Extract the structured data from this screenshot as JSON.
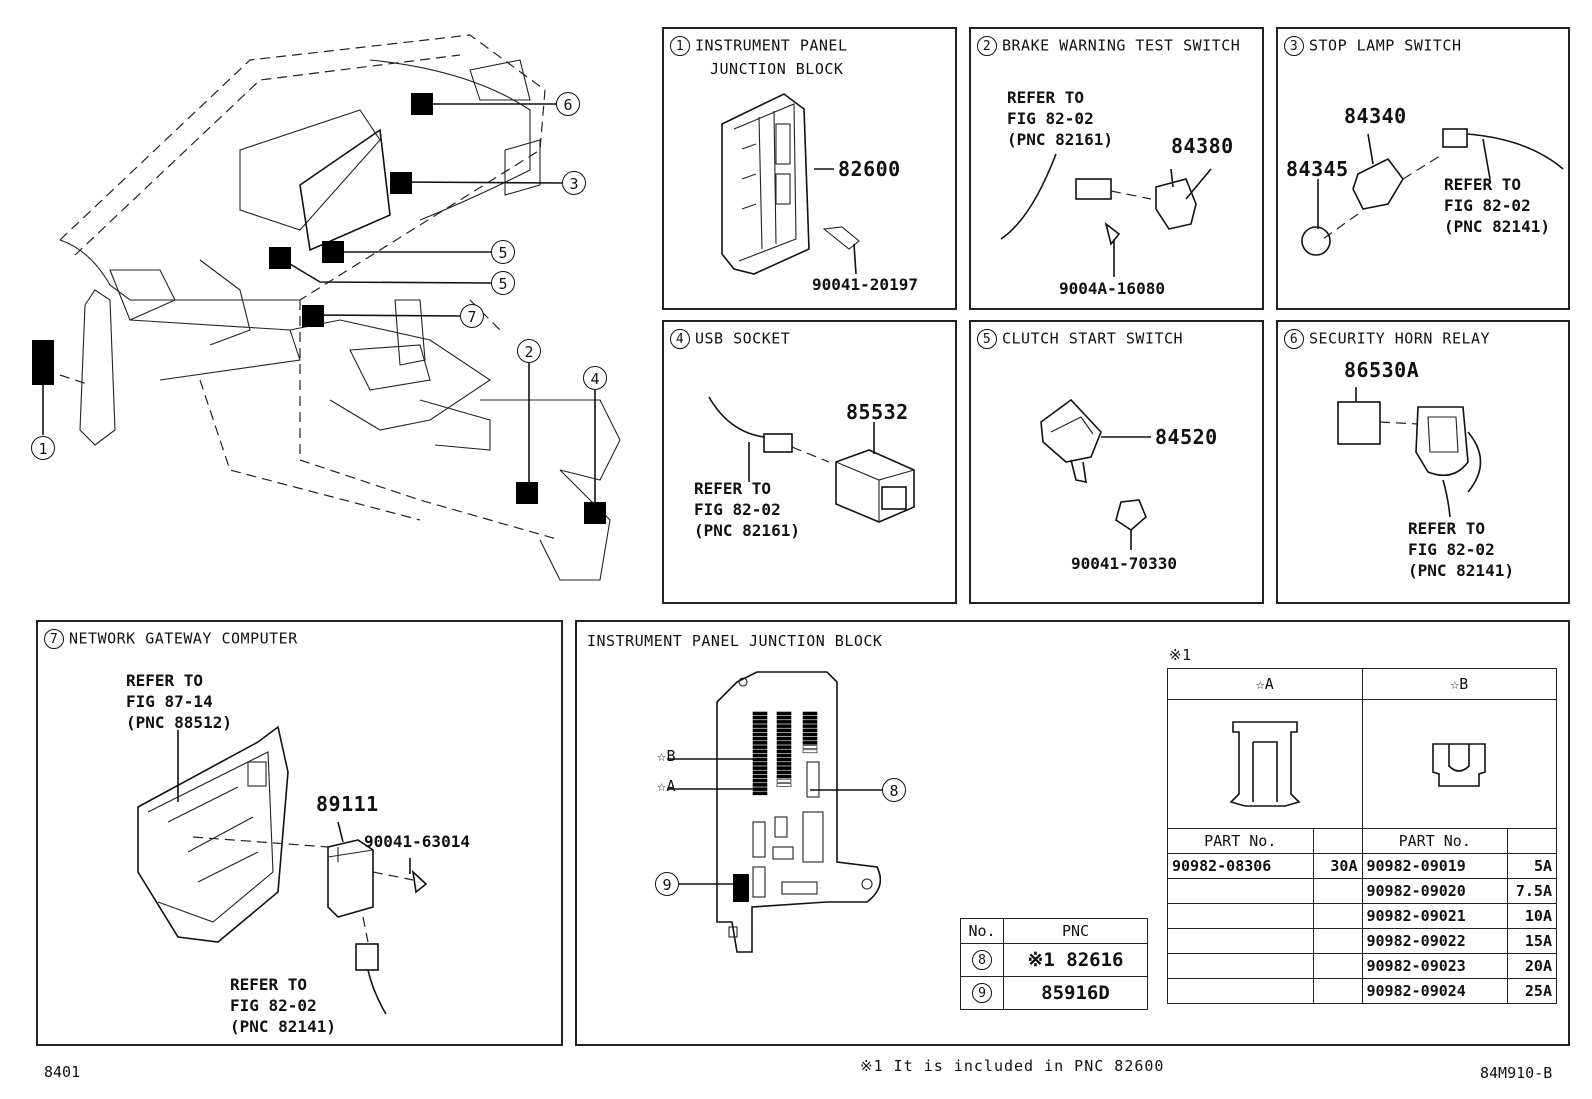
{
  "panels": {
    "p1": {
      "num": "1",
      "title_line1": "INSTRUMENT PANEL",
      "title_line2": "JUNCTION BLOCK",
      "part_main": "82600",
      "part_screw": "90041-20197"
    },
    "p2": {
      "num": "2",
      "title": "BRAKE WARNING TEST SWITCH",
      "ref_l1": "REFER TO",
      "ref_l2": "FIG 82-02",
      "ref_l3": "(PNC 82161)",
      "part_main": "84380",
      "part_screw": "9004A-16080"
    },
    "p3": {
      "num": "3",
      "title": "STOP LAMP SWITCH",
      "part_a": "84340",
      "part_b": "84345",
      "ref_l1": "REFER TO",
      "ref_l2": "FIG 82-02",
      "ref_l3": "(PNC 82141)"
    },
    "p4": {
      "num": "4",
      "title": "USB SOCKET",
      "part_main": "85532",
      "ref_l1": "REFER TO",
      "ref_l2": "FIG 82-02",
      "ref_l3": "(PNC 82161)"
    },
    "p5": {
      "num": "5",
      "title": "CLUTCH START SWITCH",
      "part_main": "84520",
      "part_screw": "90041-70330"
    },
    "p6": {
      "num": "6",
      "title": "SECURITY HORN RELAY",
      "part_main": "86530A",
      "ref_l1": "REFER TO",
      "ref_l2": "FIG 82-02",
      "ref_l3": "(PNC 82141)"
    },
    "p7": {
      "num": "7",
      "title": "NETWORK GATEWAY COMPUTER",
      "ref1_l1": "REFER TO",
      "ref1_l2": "FIG 87-14",
      "ref1_l3": "(PNC 88512)",
      "part_main": "89111",
      "part_screw": "90041-63014",
      "ref2_l1": "REFER TO",
      "ref2_l2": "FIG 82-02",
      "ref2_l3": "(PNC 82141)"
    },
    "jb": {
      "title": "INSTRUMENT PANEL JUNCTION BLOCK",
      "label_b": "☆B",
      "label_a": "☆A",
      "callout_8": "8",
      "callout_9": "9"
    }
  },
  "overview_callouts": [
    "1",
    "2",
    "3",
    "4",
    "5",
    "5",
    "6",
    "7"
  ],
  "pnc_table": {
    "headers": [
      "No.",
      "PNC"
    ],
    "rows": [
      {
        "no": "8",
        "pnc": "※1 82616"
      },
      {
        "no": "9",
        "pnc": "85916D"
      }
    ]
  },
  "fuse_table": {
    "note_mark": "※1",
    "col_a": "☆A",
    "col_b": "☆B",
    "part_header": "PART No.",
    "rows": [
      {
        "a_part": "90982-08306",
        "a_amp": "30A",
        "b_part": "90982-09019",
        "b_amp": "5A"
      },
      {
        "a_part": "",
        "a_amp": "",
        "b_part": "90982-09020",
        "b_amp": "7.5A"
      },
      {
        "a_part": "",
        "a_amp": "",
        "b_part": "90982-09021",
        "b_amp": "10A"
      },
      {
        "a_part": "",
        "a_amp": "",
        "b_part": "90982-09022",
        "b_amp": "15A"
      },
      {
        "a_part": "",
        "a_amp": "",
        "b_part": "90982-09023",
        "b_amp": "20A"
      },
      {
        "a_part": "",
        "a_amp": "",
        "b_part": "90982-09024",
        "b_amp": "25A"
      }
    ]
  },
  "footer": {
    "left": "8401",
    "note": "※1 It is included in PNC 82600",
    "right": "84M910-B"
  }
}
